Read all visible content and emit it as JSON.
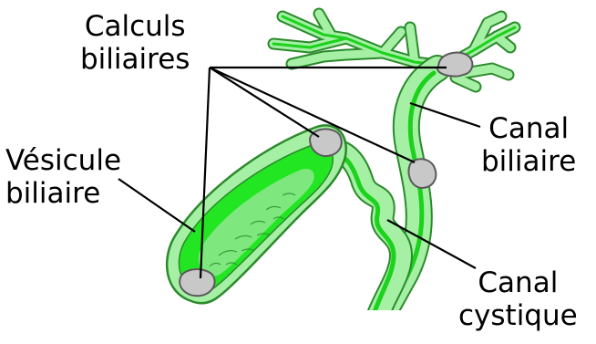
{
  "labels": {
    "gallstones": [
      "Calculs",
      "biliaires"
    ],
    "gallbladder": [
      "Vésicule",
      "biliaire"
    ],
    "bile_duct": [
      "Canal",
      "biliaire"
    ],
    "cystic_duct": [
      "Canal",
      "cystique"
    ]
  },
  "colors": {
    "duct_fill": "#a5f0a5",
    "duct_dark": "#1cd21c",
    "bladder_bright": "#22e622",
    "outline": "#2b8a2b",
    "stone": "#c8c8c8",
    "stone_edge": "#5a5a5a",
    "line": "#000000"
  }
}
